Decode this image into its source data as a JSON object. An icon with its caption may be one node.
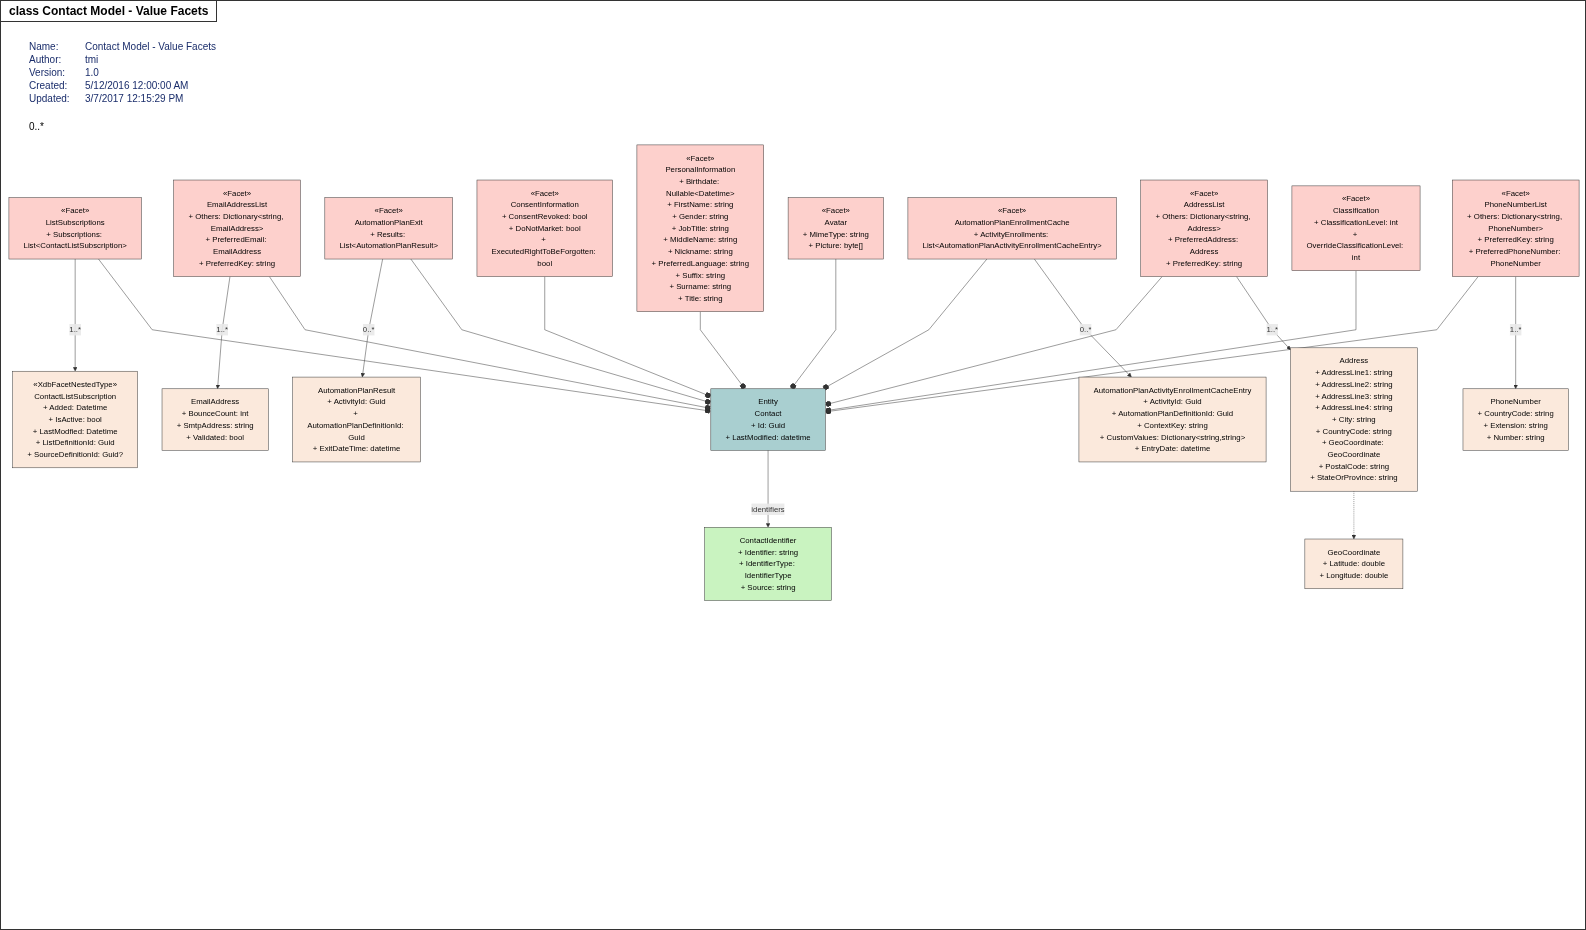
{
  "diagram": {
    "title": "class Contact Model - Value Facets",
    "nodes": [
      {
        "text": [
          "«XdbFacetNestedType»",
          "ContactListSubscription",
          "+ Added: Datetime",
          "+ IsActive: bool",
          "+ LastModfied: Datetime",
          "+ ListDefinitionId: Guid",
          "+ SourceDefinitionId: Guid?"
        ]
      },
      {
        "text": [
          "EmailAddress",
          "+ BounceCount: int",
          "+ SmtpAddress: string",
          "+ Validated: bool"
        ]
      },
      {
        "text": [
          "AutomationPlanResult",
          "+ ActivityId: Guid",
          "+ AutomationPlanDefinitionId: Guid",
          "+ ExitDateTime: datetime"
        ]
      },
      {
        "text": [
          "«Facet»",
          "EmailAddressList",
          "+ Others: Dictionary<string, EmailAddress>",
          "+ PreferredEmail: EmailAddress",
          "+ PreferredKey: string"
        ]
      },
      {
        "text": [
          "«Facet»",
          "ConsentInformation",
          "+ ConsentRevoked: bool",
          "+ DoNotMarket: bool",
          "+ ExecutedRightToBeForgotten: bool"
        ]
      },
      {
        "text": [
          "«Facet»",
          "AutomationPlanExit",
          "+ Results: List<AutomationPlanResult>"
        ]
      },
      {
        "text": [
          "«Facet»",
          "ListSubscriptions",
          "+ Subscriptions: List<ContactListSubscription>"
        ]
      },
      {
        "text": [
          "«Facet»",
          "PersonalInformation",
          "+ Birthdate: Nullable<Datetime>",
          "+ FirstName: string",
          "+ Gender: string",
          "+ JobTitle: string",
          "+ MiddleName: string",
          "+ Nickname: string",
          "+ PreferredLanguage: string",
          "+ Suffix: string",
          "+ Surname: string",
          "+ Title: string"
        ]
      },
      {
        "text": [
          "«Facet»",
          "AutomationPlanEnrollmentCache",
          "+ ActivityEnrollments: List<AutomationPlanActivityEnrollmentCacheEntry>"
        ]
      },
      {
        "text": [
          "Entity",
          "Contact",
          "+ Id: Guid",
          "+ LastModified: datetime"
        ]
      },
      {
        "text": [
          "ContactIdentifier",
          "+ Identifier: string",
          "+ IdentifierType: IdentifierType",
          "+ Source: string"
        ]
      },
      {
        "text": [
          "AutomationPlanActivityEnrollmentCacheEntry",
          "+ ActivityId: Guid",
          "+ AutomationPlanDefinitionId: Guid",
          "+ ContextKey: string",
          "+ CustomValues: Dictionary<string,string>",
          "+ EntryDate: datetime"
        ]
      },
      {
        "text": [
          "«Facet»",
          "Avatar",
          "+ MimeType: string",
          "+ Picture: byte[]"
        ]
      },
      {
        "text": [
          "«Facet»",
          "AddressList",
          "+ Others: Dictionary<string, Address>",
          "+ PreferredAddress: Address",
          "+ PreferredKey: string"
        ]
      },
      {
        "text": [
          "«Facet»",
          "Classification",
          "+ ClassificationLevel: int",
          "+ OverrideClassificationLevel: int"
        ]
      },
      {
        "text": [
          "«Facet»",
          "PhoneNumberList",
          "+ Others: Dictionary<string, PhoneNumber>",
          "+ PreferredKey: string",
          "+ PreferredPhoneNumber: PhoneNumber"
        ]
      },
      {
        "text": [
          "Address",
          "+ AddressLine1: string",
          "+ AddressLine2: string",
          "+ AddressLine3: string",
          "+ AddressLine4: string",
          "+ City: string",
          "+ CountryCode: string",
          "+ GeoCoordinate: GeoCoordinate",
          "+ PostalCode: string",
          "+ StateOrProvince: string"
        ]
      },
      {
        "text": [
          "PhoneNumber",
          "+ CountryCode: string",
          "+ Extension: string",
          "+ Number: string"
        ]
      },
      {
        "text": [
          "GeoCoordinate",
          "+ Latitude: double",
          "+ Longitude: double"
        ]
      }
    ],
    "edges": [
      {
        "from": 6,
        "to": 0,
        "arrow": "to",
        "label": "1..*"
      },
      {
        "from": 3,
        "to": 1,
        "arrow": "to",
        "label": "1..*"
      },
      {
        "from": 5,
        "to": 2,
        "arrow": "to",
        "label": "0..*"
      },
      {
        "from": 6,
        "to": 9,
        "arrow": "other"
      },
      {
        "from": 3,
        "to": 9,
        "arrow": "other"
      },
      {
        "from": 4,
        "to": 9,
        "arrow": "other"
      },
      {
        "from": 5,
        "to": 9,
        "arrow": "other"
      },
      {
        "from": 7,
        "to": 9,
        "arrow": "other"
      },
      {
        "from": 8,
        "to": 9,
        "arrow": "other"
      },
      {
        "from": 8,
        "to": 11,
        "arrow": "to",
        "label": "0..*"
      },
      {
        "from": 9,
        "to": 10,
        "arrow": "to",
        "label": "identifiers"
      },
      {
        "from": 12,
        "to": 9,
        "arrow": "other"
      },
      {
        "from": 13,
        "to": 9,
        "arrow": "other"
      },
      {
        "from": 15,
        "to": 9,
        "arrow": "other"
      },
      {
        "from": 14,
        "to": 9,
        "arrow": "other"
      },
      {
        "from": 13,
        "to": 16,
        "arrow": "to",
        "label": "1..*"
      },
      {
        "from": 15,
        "to": 17,
        "arrow": "to",
        "label": "1..*"
      },
      {
        "from": 16,
        "to": 18,
        "arrow": "to",
        "style": "dashed"
      }
    ],
    "labels": [
      "Name:",
      "Contact Model - Value Facets",
      "Author:",
      "tmi",
      "Version:",
      "1.0",
      "Created:",
      "5/12/2016 12:00:00 AM",
      "Updated:",
      "3/7/2017 12:15:29 PM",
      "0..*"
    ]
  }
}
